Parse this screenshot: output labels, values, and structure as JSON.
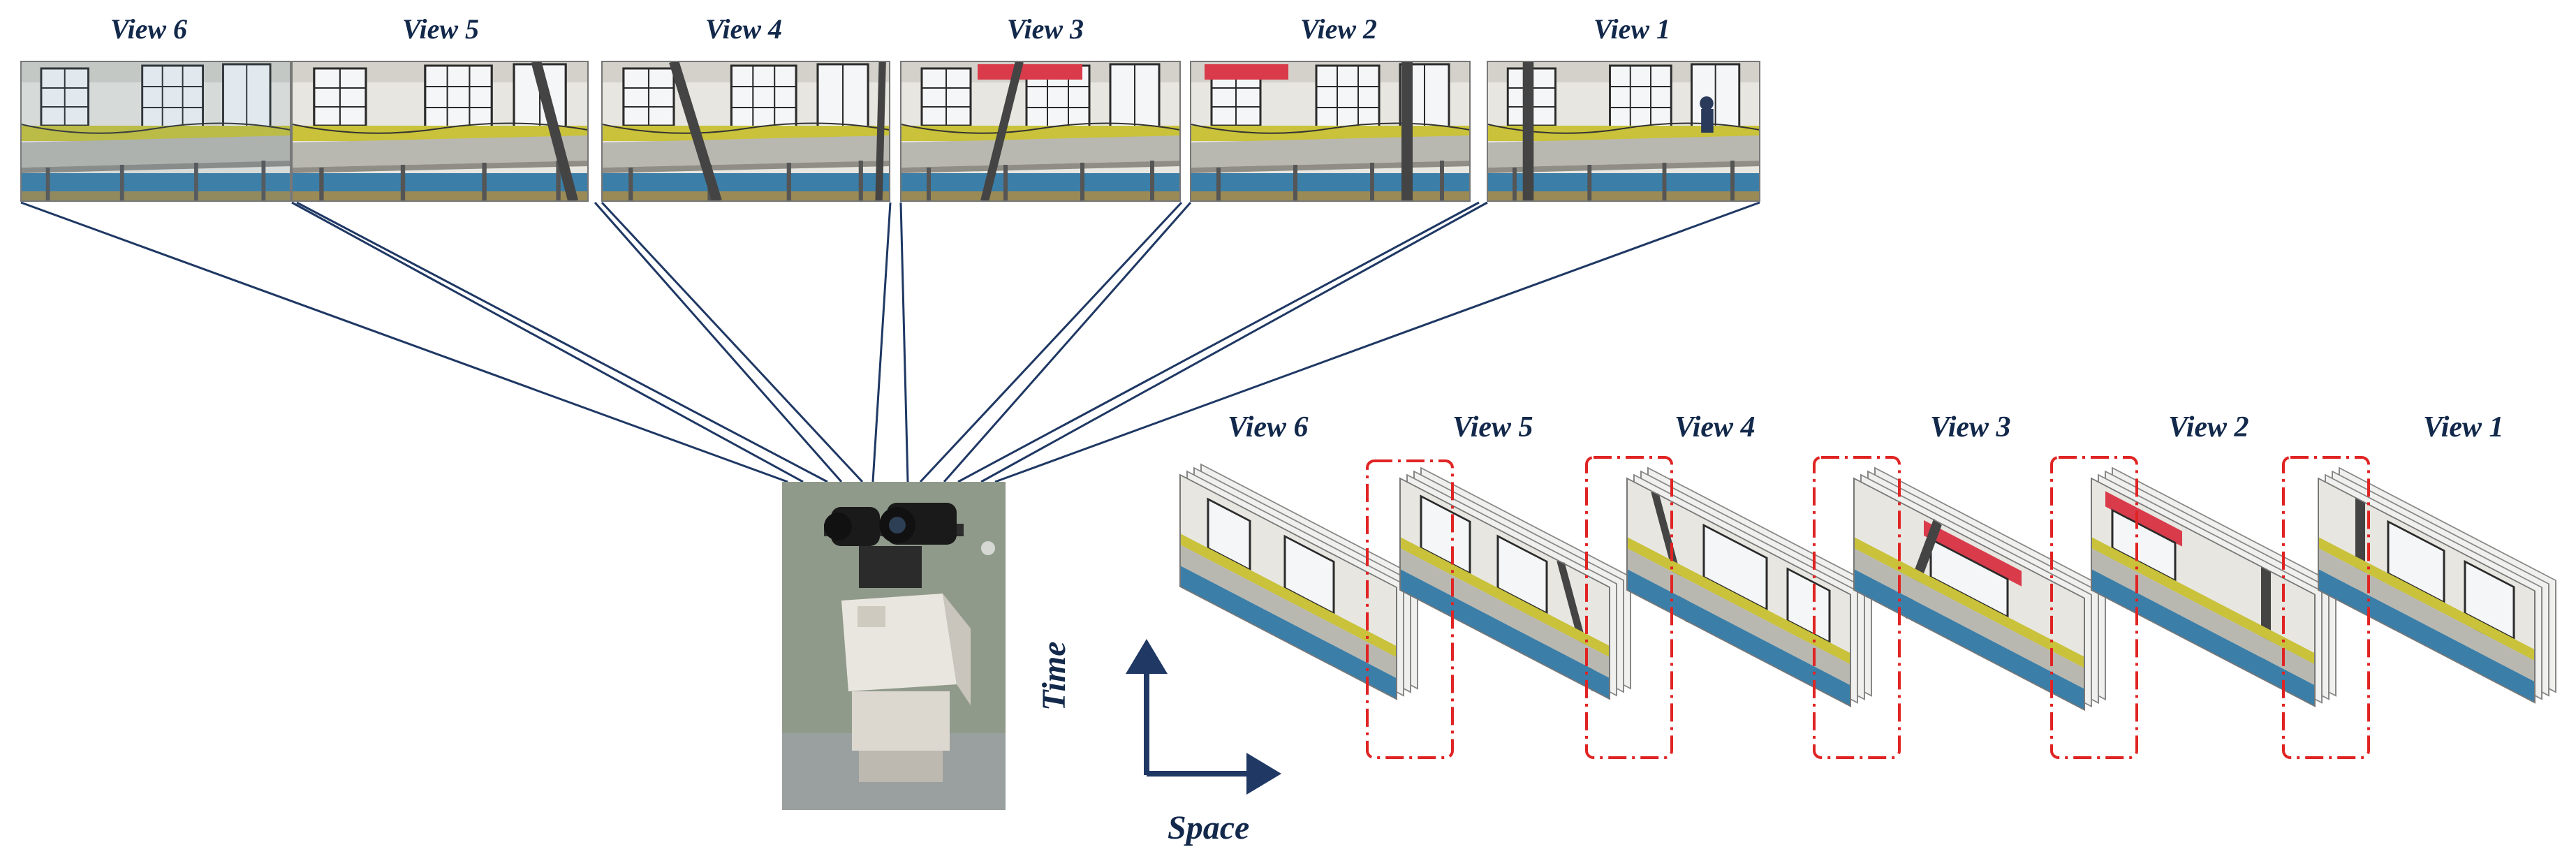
{
  "top_views": [
    {
      "label": "View 6"
    },
    {
      "label": "View 5"
    },
    {
      "label": "View 4"
    },
    {
      "label": "View 3"
    },
    {
      "label": "View 2"
    },
    {
      "label": "View 1"
    }
  ],
  "stack_views": [
    {
      "label": "View 6"
    },
    {
      "label": "View 5"
    },
    {
      "label": "View 4"
    },
    {
      "label": "View 3"
    },
    {
      "label": "View 2"
    },
    {
      "label": "View 1"
    }
  ],
  "axes": {
    "time_label": "Time",
    "space_label": "Space"
  },
  "colors": {
    "label": "#13294b",
    "connector_line": "#1f3864",
    "arrow": "#1f3864",
    "highlight_box": "#e02424",
    "wall": "#e7e6e0",
    "window": "#f4f6f7",
    "window_frame": "#2b2b2b",
    "walkway_deck": "#b9b8b0",
    "walkway_trim": "#c9c23a",
    "floor_blue": "#3b7ea8",
    "steel": "#555555",
    "red_accent": "#d93b4b"
  },
  "icons": {
    "camera_rig": "dual-camera-on-pan-tilt-head-icon"
  }
}
